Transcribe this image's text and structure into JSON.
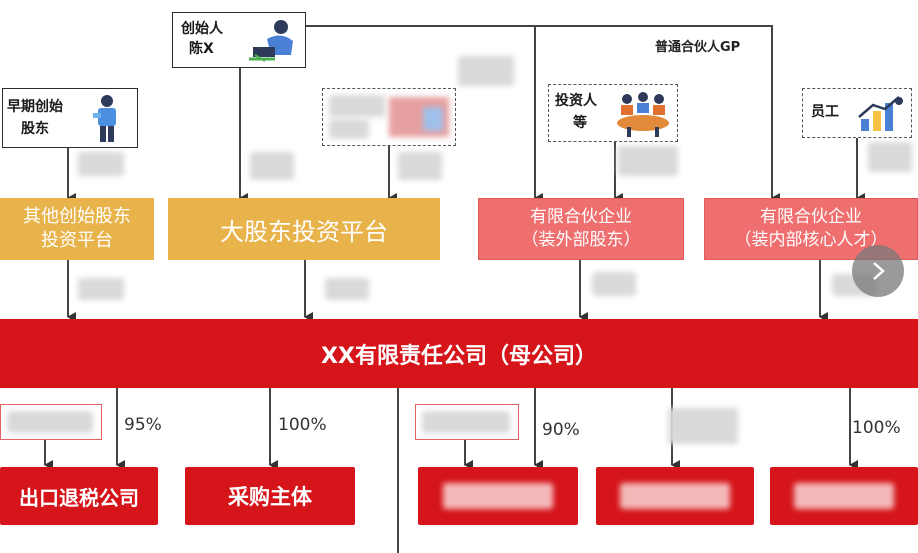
{
  "founder": {
    "line1": "创始人",
    "line2": "陈X"
  },
  "early_shareholder": {
    "line1": "早期创始",
    "line2": "股东"
  },
  "investor": {
    "line1": "投资人",
    "line2": "等"
  },
  "employee": {
    "label": "员工"
  },
  "gp_label": "普通合伙人GP",
  "platforms": {
    "other_founders": {
      "line1": "其他创始股东",
      "line2": "投资平台"
    },
    "major": {
      "label": "大股东投资平台"
    },
    "lp_external": {
      "line1": "有限合伙企业",
      "line2": "（装外部股东）"
    },
    "lp_internal": {
      "line1": "有限合伙企业",
      "line2": "（装内部核心人才）"
    }
  },
  "parent": {
    "label": "XX有限责任公司（母公司）"
  },
  "subsidiaries": {
    "export": {
      "label": "出口退税公司",
      "percent": "95%"
    },
    "purchasing": {
      "label": "采购主体",
      "percent": "100%"
    },
    "sub3": {
      "percent": "90%"
    },
    "sub5": {
      "percent": "100%"
    }
  },
  "icons": {
    "next": "chevron-right-icon",
    "founder": "person-laptop-icon",
    "early": "person-standing-icon",
    "investor": "meeting-icon",
    "employee": "chart-growth-icon"
  },
  "colors": {
    "orange": "#e8b34a",
    "pink": "#ef6f6f",
    "red": "#d5151a"
  }
}
